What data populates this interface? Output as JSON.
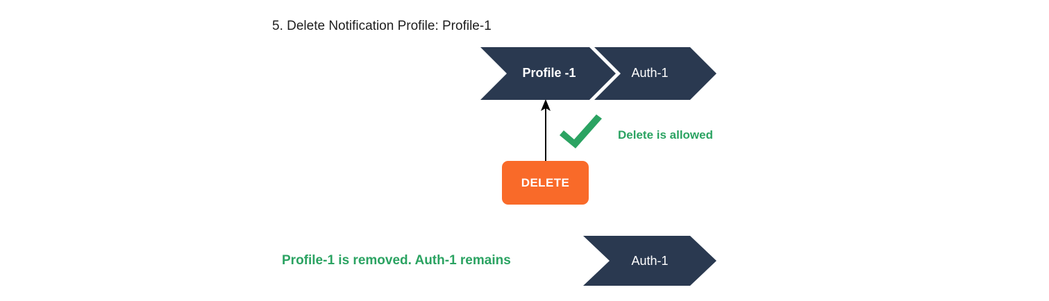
{
  "step": {
    "title": "5. Delete Notification Profile: Profile-1"
  },
  "colors": {
    "chevron_navy": "#2A3950",
    "delete_orange": "#F96A29",
    "success_green": "#2BA362",
    "label_white": "#FFFFFF",
    "arrow_black": "#000000",
    "background": "#FFFFFF"
  },
  "before_state": {
    "name": "before-chain",
    "segments": [
      {
        "label": "Profile -1",
        "emphasis": "bold"
      },
      {
        "label": "Auth-1",
        "emphasis": "regular"
      }
    ]
  },
  "action": {
    "button_label": "DELETE",
    "arrow": "up-arrow",
    "target_segment": "Profile -1"
  },
  "verdict": {
    "icon": "check-icon",
    "text": "Delete is allowed"
  },
  "after_state": {
    "name": "after-chain",
    "message": "Profile-1 is removed. Auth-1 remains",
    "segments": [
      {
        "label": "Auth-1",
        "emphasis": "regular"
      }
    ]
  }
}
